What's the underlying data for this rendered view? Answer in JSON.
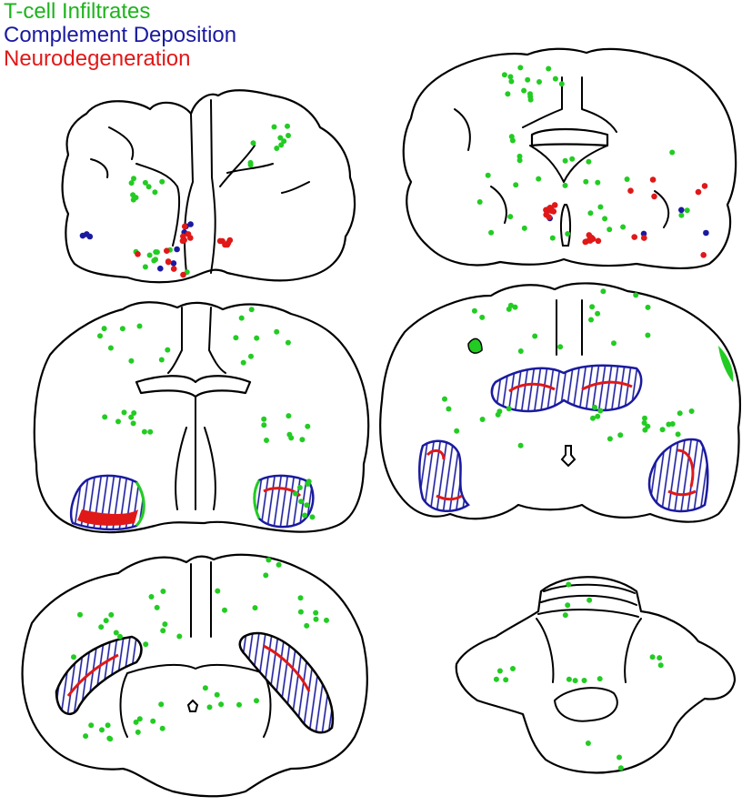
{
  "legend": {
    "items": [
      {
        "label": "T-cell Infiltrates",
        "color": "#1db31d",
        "icon": "green-dot"
      },
      {
        "label": "Complement Deposition",
        "color": "#1a1aa0",
        "icon": "blue-hatch"
      },
      {
        "label": "Neurodegeneration",
        "color": "#e01818",
        "icon": "red-fill"
      }
    ]
  },
  "colors": {
    "tcell": "#22cc22",
    "complement": "#1a1aa0",
    "neuro": "#e01818",
    "outline": "#000000"
  },
  "sections": [
    {
      "id": "section-1",
      "tcell_dots": 28,
      "complement_dots": 9,
      "neuro_dots": 18
    },
    {
      "id": "section-2",
      "tcell_dots": 42,
      "complement_dots": 6,
      "neuro_dots": 24
    },
    {
      "id": "section-3",
      "tcell_dots": 40,
      "complement_regions": 2,
      "neuro_regions": 2
    },
    {
      "id": "section-4",
      "tcell_dots": 40,
      "complement_regions": 3,
      "neuro_regions": 3
    },
    {
      "id": "section-5",
      "tcell_dots": 44,
      "complement_regions": 2,
      "neuro_regions": 2
    },
    {
      "id": "section-6",
      "tcell_dots": 18
    }
  ]
}
